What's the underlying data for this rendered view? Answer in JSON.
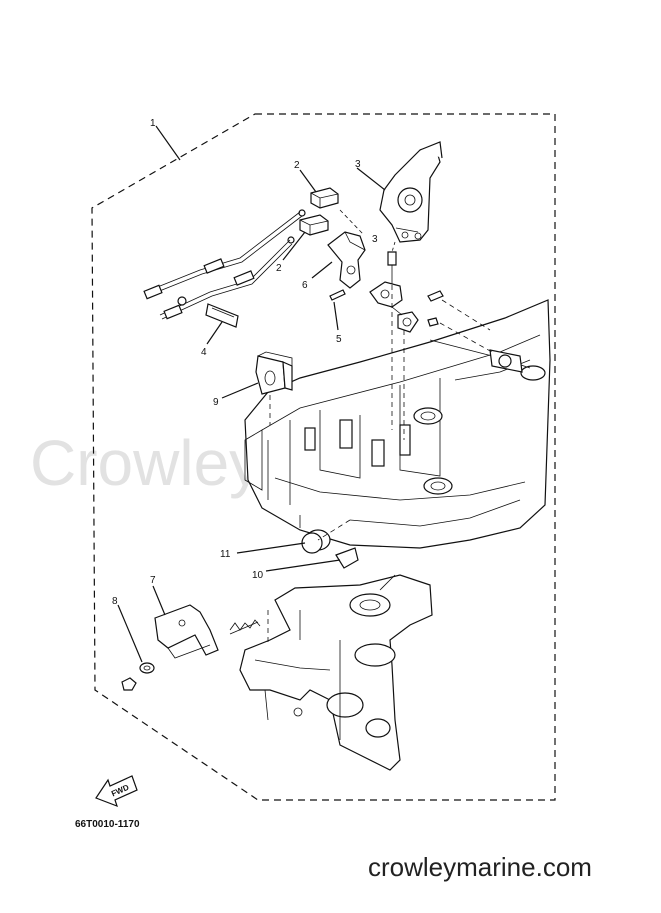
{
  "watermark": "CrowleyMarine",
  "footer_url": "crowleymarine.com",
  "part_code": "66T0010-1170",
  "fwd_label": "FWD",
  "callouts": [
    "1",
    "2",
    "3",
    "2",
    "3",
    "6",
    "5",
    "4",
    "9",
    "11",
    "10",
    "7",
    "8"
  ]
}
